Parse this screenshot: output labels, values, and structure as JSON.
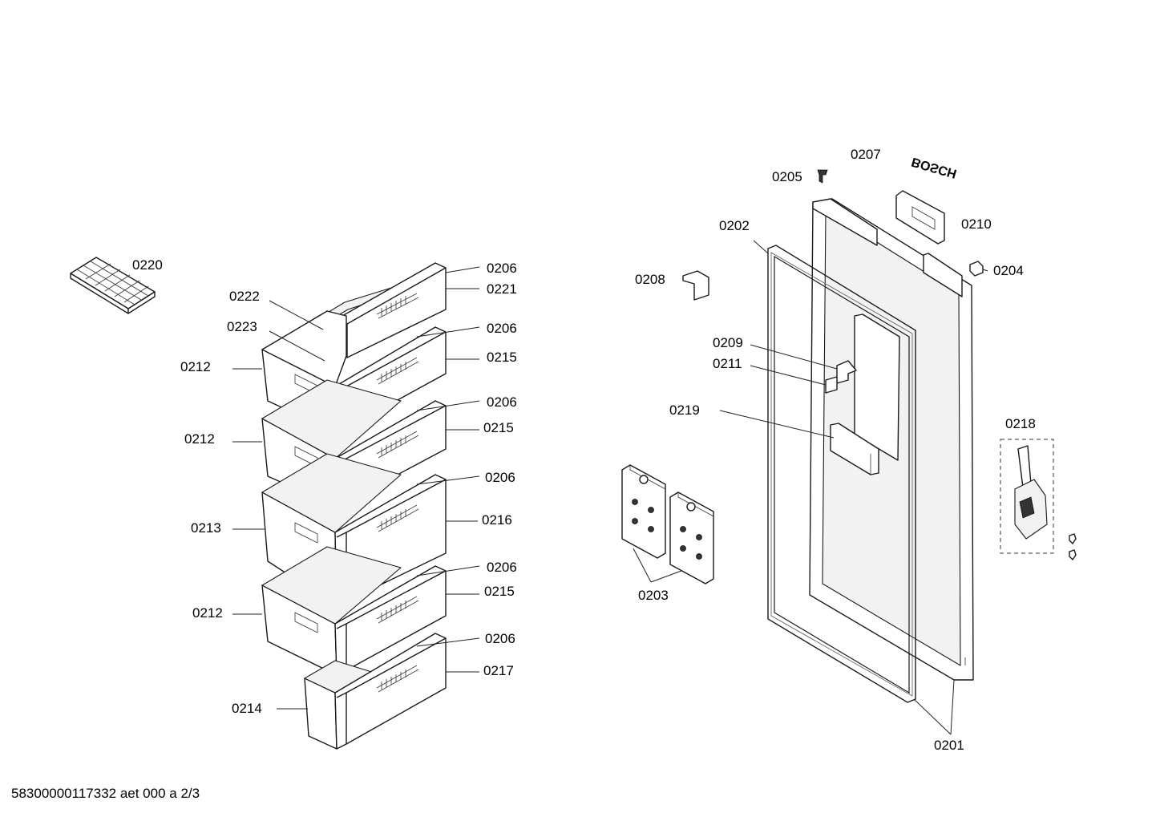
{
  "footer": {
    "doc_code": "58300000117332 aet 000 a 2/3"
  },
  "brand_logo": "BOSCH",
  "labels": {
    "l0220": "0220",
    "l0222": "0222",
    "l0223": "0223",
    "l0206a": "0206",
    "l0221": "0221",
    "l0206b": "0206",
    "l0215a": "0215",
    "l0212a": "0212",
    "l0212b": "0212",
    "l0206c": "0206",
    "l0215b": "0215",
    "l0206d": "0206",
    "l0216": "0216",
    "l0213": "0213",
    "l0206e": "0206",
    "l0215c": "0215",
    "l0212c": "0212",
    "l0206f": "0206",
    "l0217": "0217",
    "l0214": "0214",
    "l0207": "0207",
    "l0205": "0205",
    "l0210": "0210",
    "l0202": "0202",
    "l0204": "0204",
    "l0208": "0208",
    "l0209": "0209",
    "l0211": "0211",
    "l0219": "0219",
    "l0218": "0218",
    "l0203": "0203",
    "l0201": "0201"
  }
}
